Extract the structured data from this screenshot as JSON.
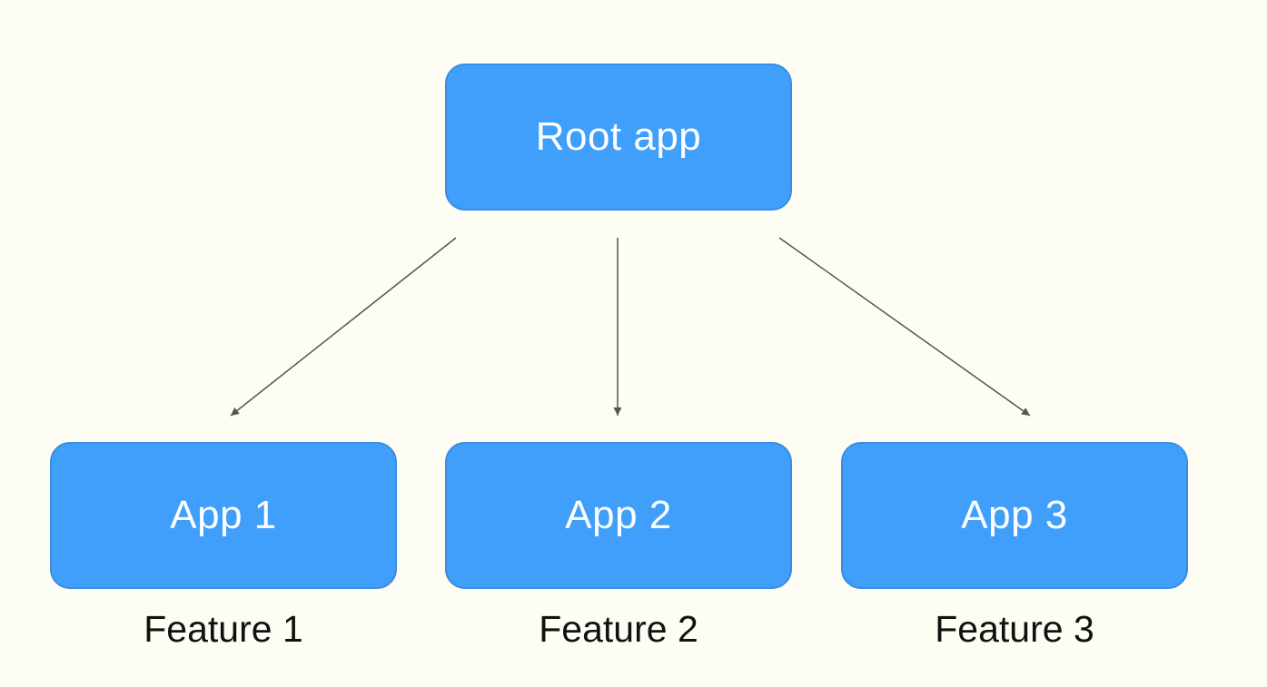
{
  "diagram": {
    "root": {
      "label": "Root app"
    },
    "children": [
      {
        "label": "App 1",
        "caption": "Feature 1"
      },
      {
        "label": "App 2",
        "caption": "Feature 2"
      },
      {
        "label": "App 3",
        "caption": "Feature 3"
      }
    ],
    "colors": {
      "node_fill": "#409ffb",
      "node_border": "#3a8ce0",
      "node_text": "#ffffff",
      "background": "#fdfdf3",
      "edge": "#555555",
      "caption_text": "#111111"
    }
  }
}
